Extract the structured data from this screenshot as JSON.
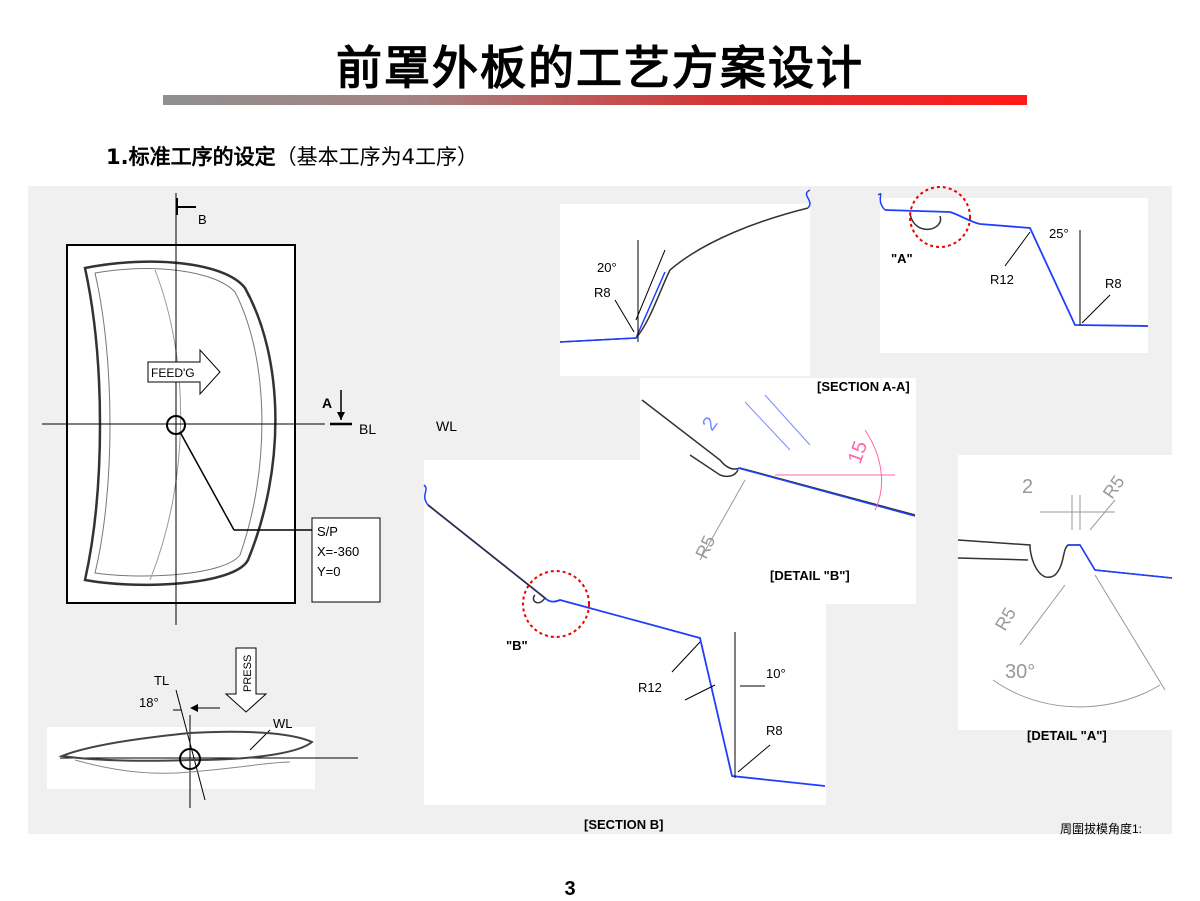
{
  "title": "前罩外板的工艺方案设计",
  "subtitle": {
    "number": "1.",
    "bold": "标准工序的设定",
    "normal": "（基本工序为4工序）"
  },
  "labels": {
    "b_marker": "B",
    "feed": "FEED'G",
    "a_marker": "A",
    "bl": "BL",
    "wl_right": "WL",
    "sp_line1": "S/P",
    "sp_line2": "X=-360",
    "sp_line3": "Y=0",
    "tl": "TL",
    "angle_18": "18°",
    "press": "PRESS",
    "wl_side": "WL",
    "r8_left": "R8",
    "angle_20": "20°",
    "angle_25": "25°",
    "detail_a_ref": "\"A\"",
    "r12_top": "R12",
    "r8_top": "R8",
    "section_aa": "[SECTION A-A]",
    "dim_2_b": "2",
    "dim_15": "15",
    "r5_b": "R5",
    "detail_b": "[DETAIL \"B\"]",
    "detail_b_ref": "\"B\"",
    "r12_b": "R12",
    "angle_10": "10°",
    "r8_b": "R8",
    "section_b": "[SECTION B]",
    "dim_2_a": "2",
    "r5_a_top": "R5",
    "r5_a_left": "R5",
    "angle_30": "30°",
    "detail_a": "[DETAIL \"A\"]",
    "footnote": "周圍拔模角度1:"
  },
  "page_number": "3"
}
